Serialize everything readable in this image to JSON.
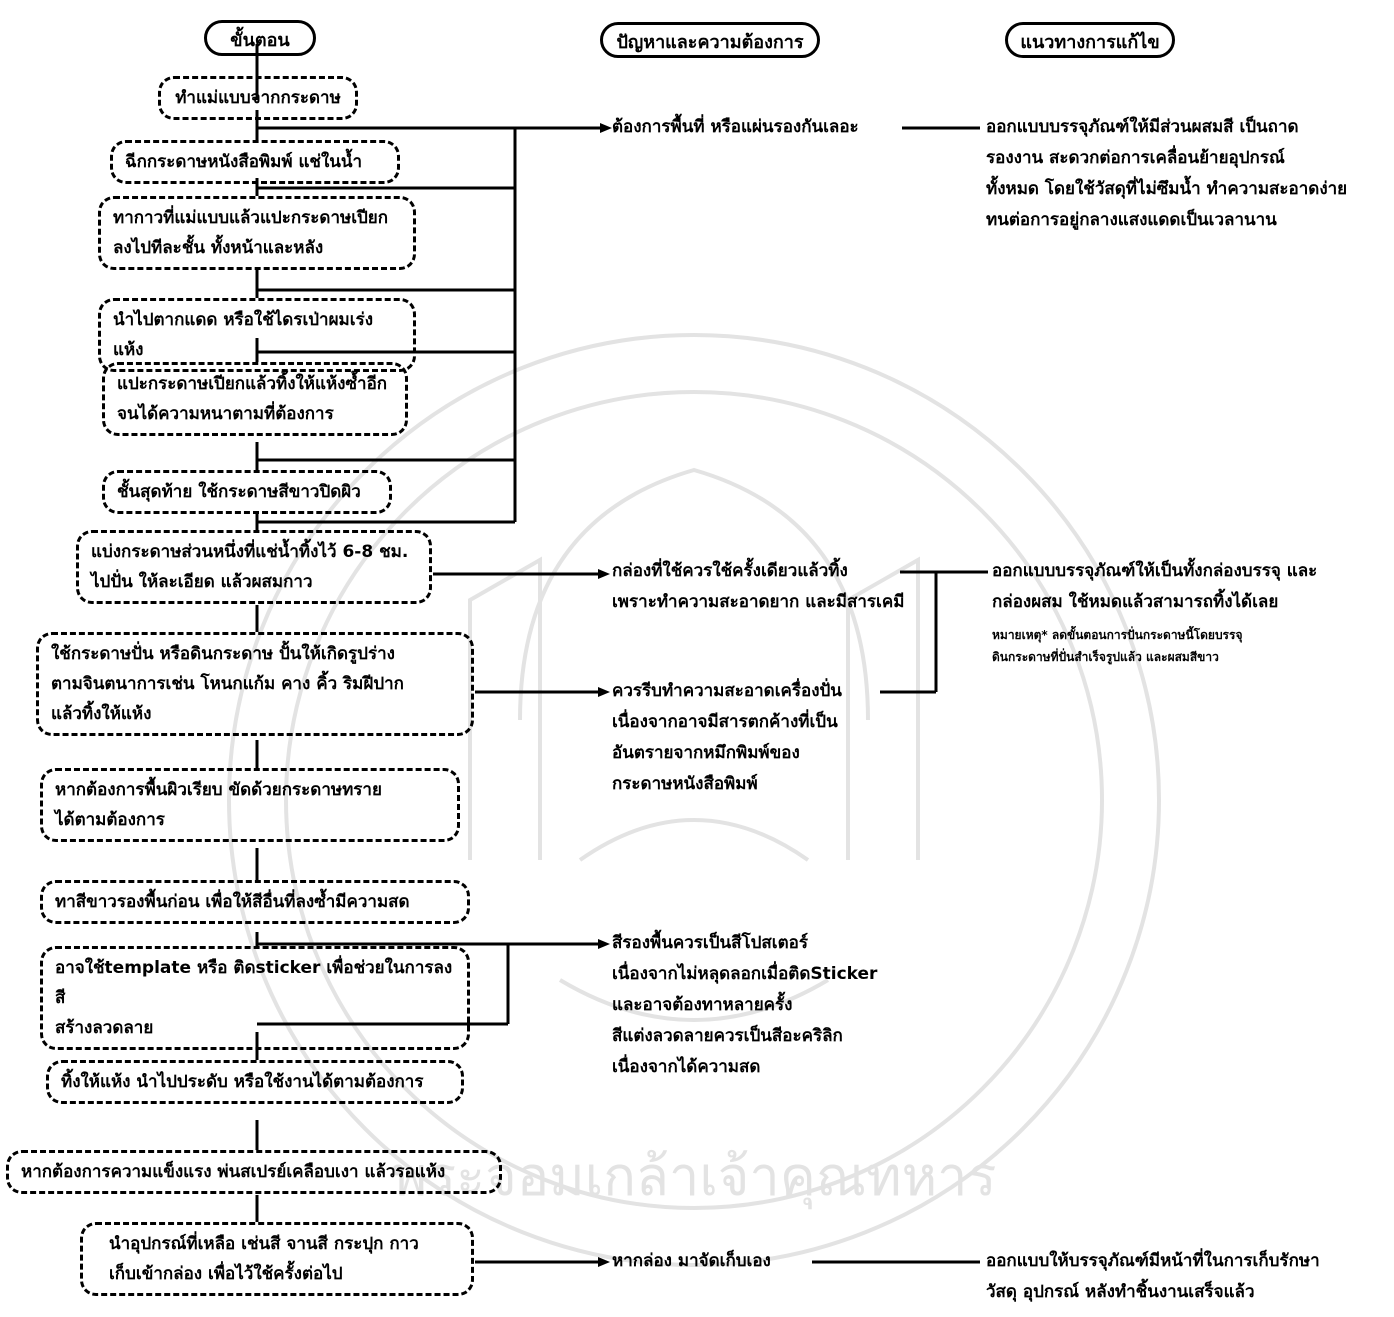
{
  "headers": {
    "steps": "ขั้นตอน",
    "problems": "ปัญหาและความต้องการ",
    "solutions": "แนวทางการแก้ไข"
  },
  "steps": [
    "ทำแม่แบบจากกระดาษ",
    "ฉีกกระดาษหนังสือพิมพ์ แช่ในน้ำ",
    "ทากาวที่แม่แบบแล้วแปะกระดาษเปียก\nลงไปทีละชั้น ทั้งหน้าและหลัง",
    "นำไปตากแดด หรือใช้ไดรเป่าผมเร่งแห้ง",
    "แปะกระดาษเปียกแล้วทิ้งให้แห้งซ้ำอีก\nจนได้ความหนาตามที่ต้องการ",
    "ชั้นสุดท้าย ใช้กระดาษสีขาวปิดผิว",
    "แบ่งกระดาษส่วนหนึ่งที่แช่น้ำทิ้งไว้ 6-8 ชม.\nไปปั่น ให้ละเอียด แล้วผสมกาว",
    "ใช้กระดาษปั่น หรือดินกระดาษ ปั้นให้เกิดรูปร่าง\nตามจินตนาการเช่น โหนกแก้ม คาง คิ้ว ริมฝีปาก\nแล้วทิ้งให้แห้ง",
    "หากต้องการพื้นผิวเรียบ ขัดด้วยกระดาษทราย\nได้ตามต้องการ",
    "ทาสีขาวรองพื้นก่อน เพื่อให้สีอื่นที่ลงซ้ำมีความสด",
    "อาจใช้template หรือ ติดsticker เพื่อช่วยในการลงสี\nสร้างลวดลาย",
    "ทิ้งให้แห้ง นำไปประดับ หรือใช้งานได้ตามต้องการ",
    "หากต้องการความแข็งแรง พ่นสเปรย์เคลือบเงา แล้วรอแห้ง",
    "นำอุปกรณ์ที่เหลือ เช่นสี จานสี กระปุก กาว\nเก็บเข้ากล่อง เพื่อไว้ใช้ครั้งต่อไป"
  ],
  "problems": [
    "ต้องการพื้นที่ หรือแผ่นรองกันเลอะ",
    "กล่องที่ใช้ควรใช้ครั้งเดียวแล้วทิ้ง\nเพราะทำความสะอาดยาก และมีสารเคมี",
    "ควรรีบทำความสะอาดเครื่องปั่น\nเนื่องจากอาจมีสารตกค้างที่เป็น\nอันตรายจากหมึกพิมพ์ของ\nกระดาษหนังสือพิมพ์",
    "สีรองพื้นควรเป็นสีโปสเตอร์\nเนื่องจากไม่หลุดลอกเมื่อติดSticker\nและอาจต้องทาหลายครั้ง\nสีแต่งลวดลายควรเป็นสีอะคริลิก\nเนื่องจากได้ความสด",
    "หากล่อง มาจัดเก็บเอง"
  ],
  "solutions": [
    "ออกแบบบรรจุภัณฑ์ให้มีส่วนผสมสี เป็นถาด\nรองงาน สะดวกต่อการเคลื่อนย้ายอุปกรณ์\nทั้งหมด โดยใช้วัสดุที่ไม่ซึมน้ำ ทำความสะอาดง่าย\nทนต่อการอยู่กลางแสงแดดเป็นเวลานาน",
    "ออกแบบบรรจุภัณฑ์ให้เป็นทั้งกล่องบรรจุ และ\nกล่องผสม ใช้หมดแล้วสามารถทิ้งได้เลย",
    "หมายเหตุ* ลดขั้นตอนการปั่นกระดาษนี้โดยบรรจุ\nดินกระดาษที่ปั่นสำเร็จรูปแล้ว และผสมสีขาว",
    "ออกแบบให้บรรจุภัณฑ์มีหน้าที่ในการเก็บรักษา\nวัสดุ อุปกรณ์ หลังทำชิ้นงานเสร็จแล้ว"
  ],
  "watermark": "พระจอมเกล้าเจ้าคุณทหาร"
}
